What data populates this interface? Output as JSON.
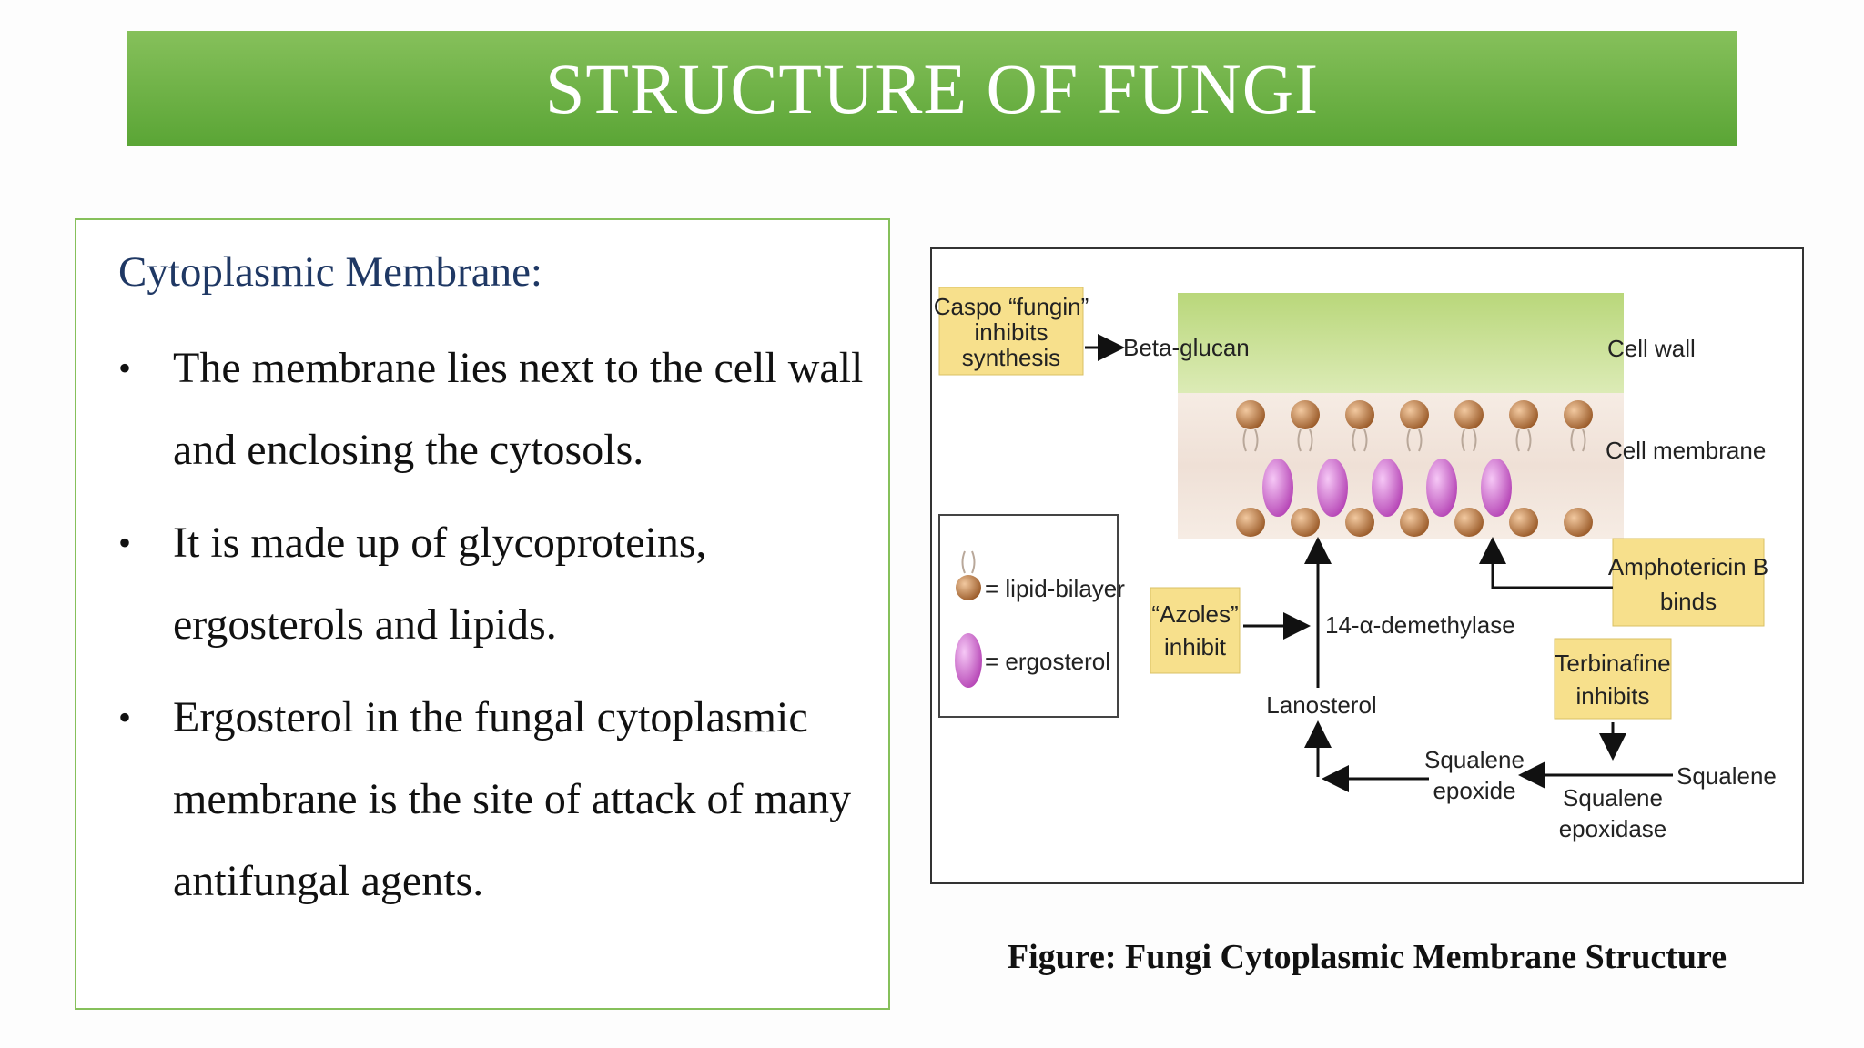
{
  "title": "STRUCTURE OF FUNGI",
  "panel": {
    "heading": "Cytoplasmic Membrane:",
    "bullets": [
      "The membrane lies next to the cell wall and enclosing the cytosols.",
      "It is made up of glycoproteins, ergosterols and lipids.",
      "Ergosterol in the fungal cytoplasmic membrane is the site of attack of many antifungal agents."
    ],
    "bullet_symbol": "•"
  },
  "figure": {
    "caspo_l1": "Caspo “fungin”",
    "caspo_l2": "inhibits",
    "caspo_l3": "synthesis",
    "beta_glucan": "Beta-glucan",
    "cell_wall": "Cell wall",
    "cell_membrane": "Cell membrane",
    "legend_lipid": "= lipid-bilayer",
    "legend_ergosterol": "= ergosterol",
    "azoles_l1": "“Azoles”",
    "azoles_l2": "inhibit",
    "demethylase": "14-α-demethylase",
    "ampho_l1": "Amphotericin B",
    "ampho_l2": "binds",
    "terbinafine_l1": "Terbinafine",
    "terbinafine_l2": "inhibits",
    "lanosterol": "Lanosterol",
    "squalene_epoxide_l1": "Squalene",
    "squalene_epoxide_l2": "epoxide",
    "squalene": "Squalene",
    "squalene_epoxidase_l1": "Squalene",
    "squalene_epoxidase_l2": "epoxidase"
  },
  "caption": "Figure: Fungi Cytoplasmic Membrane Structure",
  "colors": {
    "banner": "#6bb244",
    "panel_border": "#86c05b",
    "heading": "#1f3864",
    "note_box": "#f7e08c",
    "ergosterol": "#d36ad3",
    "lipid_head": "#c0834c"
  }
}
